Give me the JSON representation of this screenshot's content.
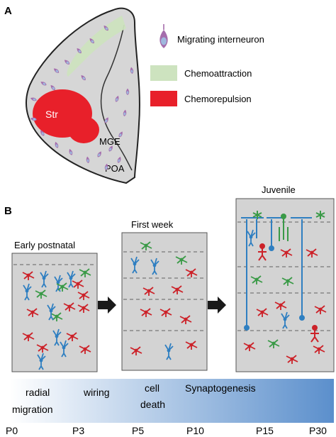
{
  "panel_a": {
    "letter": "A",
    "region_labels": {
      "str": "Str",
      "mge": "MGE",
      "poa": "POA"
    },
    "legend": [
      {
        "icon": "migrating-interneuron-icon",
        "label": "Migrating interneuron",
        "color": "#a56dac"
      },
      {
        "icon": "chemoattraction-swatch",
        "label": "Chemoattraction",
        "color": "#cde3bf"
      },
      {
        "icon": "chemorepulsion-swatch",
        "label": "Chemorepulsion",
        "color": "#e8202a"
      }
    ]
  },
  "panel_b": {
    "letter": "B",
    "stages": [
      {
        "title": "Early postnatal"
      },
      {
        "title": "First week"
      },
      {
        "title": "Juvenile"
      }
    ],
    "cell_colors": {
      "red": "#cc2229",
      "blue": "#2f7fc1",
      "green": "#3a9a47"
    },
    "timeline": {
      "phases": [
        {
          "label_line1": "radial",
          "label_line2": "migration"
        },
        {
          "label_line1": "wiring",
          "label_line2": ""
        },
        {
          "label_line1": "cell",
          "label_line2": "death"
        },
        {
          "label_line1": "Synaptogenesis",
          "label_line2": ""
        }
      ],
      "ticks": [
        "P0",
        "P3",
        "P5",
        "P10",
        "P15",
        "P30"
      ],
      "gradient": {
        "start": "#ffffff",
        "end": "#5b8fcc"
      }
    }
  }
}
